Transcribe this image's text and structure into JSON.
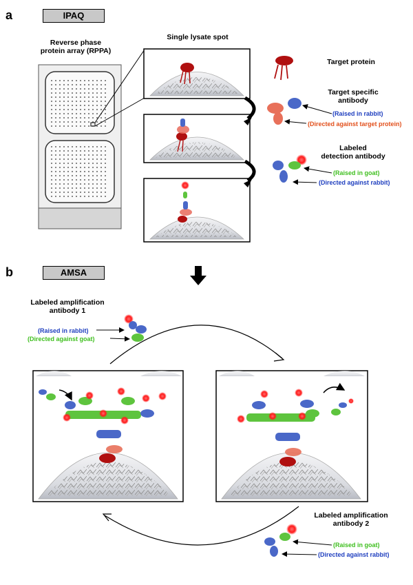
{
  "panel_a": {
    "letter": "a",
    "tag": "IPAQ",
    "rppa_title_line1": "Reverse phase",
    "rppa_title_line2": "protein array (RPPA)",
    "lysate_title": "Single lysate spot",
    "target_protein": "Target protein",
    "target_antibody_line1": "Target specific",
    "target_antibody_line2": "antibody",
    "target_antibody_raised": "(Raised in rabbit)",
    "target_antibody_directed": "(Directed against target protein)",
    "detection_antibody_line1": "Labeled",
    "detection_antibody_line2": "detection antibody",
    "detection_antibody_raised": "(Raised in goat)",
    "detection_antibody_directed": "(Directed against rabbit)"
  },
  "panel_b": {
    "letter": "b",
    "tag": "AMSA",
    "amp1_line1": "Labeled amplification",
    "amp1_line2": "antibody 1",
    "amp1_raised": "(Raised in rabbit)",
    "amp1_directed": "(Directed against goat)",
    "amp2_line1": "Labeled amplification",
    "amp2_line2": "antibody 2",
    "amp2_raised": "(Raised in goat)",
    "amp2_directed": "(Directed against rabbit)"
  },
  "colors": {
    "rabbit_blue": "#1f3fbf",
    "goat_green": "#3fbf1f",
    "target_orange": "#e2501c",
    "label_red": "#ff2a2a",
    "protein_red": "#b01010"
  }
}
